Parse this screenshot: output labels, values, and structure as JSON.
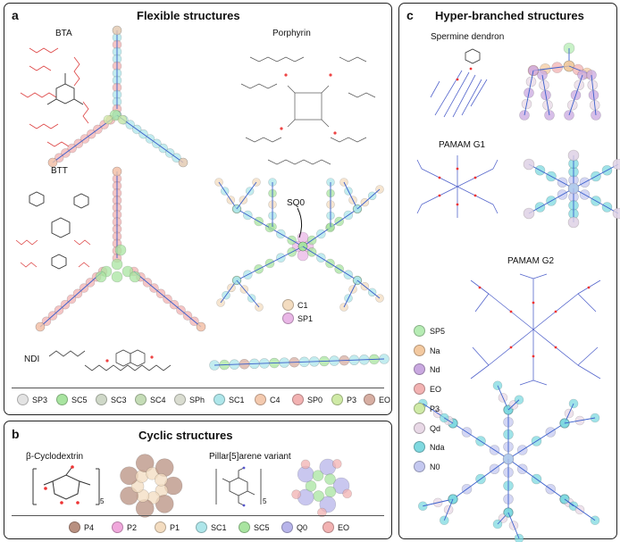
{
  "panels": {
    "a": {
      "letter": "a",
      "title": "Flexible structures",
      "labels": {
        "bta": "BTA",
        "porphyrin": "Porphyrin",
        "btt": "BTT",
        "ndi": "NDI",
        "sq0": "SQ0",
        "c1": "C1",
        "sp1": "SP1"
      },
      "legend": [
        {
          "label": "SP3",
          "color": "#e3e3e3"
        },
        {
          "label": "SC5",
          "color": "#a8e4a0"
        },
        {
          "label": "SC3",
          "color": "#cfd8c8"
        },
        {
          "label": "SC4",
          "color": "#c4dcb6"
        },
        {
          "label": "SPh",
          "color": "#d9dcd0"
        },
        {
          "label": "SC1",
          "color": "#aee6ea"
        },
        {
          "label": "C4",
          "color": "#f3c9ae"
        },
        {
          "label": "SP0",
          "color": "#f2b2b2"
        },
        {
          "label": "P3",
          "color": "#cfeaa6"
        },
        {
          "label": "EO",
          "color": "#d7aea2"
        }
      ]
    },
    "b": {
      "letter": "b",
      "title": "Cyclic structures",
      "labels": {
        "cyclodextrin": "β-Cyclodextrin",
        "pillar": "Pillar[5]arene variant",
        "sub5a": "5",
        "sub5b": "5"
      },
      "legend": [
        {
          "label": "P4",
          "color": "#b89080"
        },
        {
          "label": "P2",
          "color": "#f0a8dc"
        },
        {
          "label": "P1",
          "color": "#f3dcc0"
        },
        {
          "label": "SC1",
          "color": "#aee6ea"
        },
        {
          "label": "SC5",
          "color": "#a8e4a0"
        },
        {
          "label": "Q0",
          "color": "#b7b4ea"
        },
        {
          "label": "EO",
          "color": "#f2b2b2"
        }
      ]
    },
    "c": {
      "letter": "c",
      "title": "Hyper-branched structures",
      "labels": {
        "spermine": "Spermine dendron",
        "g1": "PAMAM G1",
        "g2": "PAMAM G2"
      },
      "legend": [
        {
          "label": "SP5",
          "color": "#b6ecb4"
        },
        {
          "label": "Na",
          "color": "#f3c9a0"
        },
        {
          "label": "Nd",
          "color": "#c9a8e0"
        },
        {
          "label": "EO",
          "color": "#f2b2b2"
        },
        {
          "label": "P3",
          "color": "#cfeaa6"
        },
        {
          "label": "Qd",
          "color": "#e8d8e6"
        },
        {
          "label": "Nda",
          "color": "#7fd9e0"
        },
        {
          "label": "N0",
          "color": "#c4c8f0"
        }
      ]
    }
  }
}
